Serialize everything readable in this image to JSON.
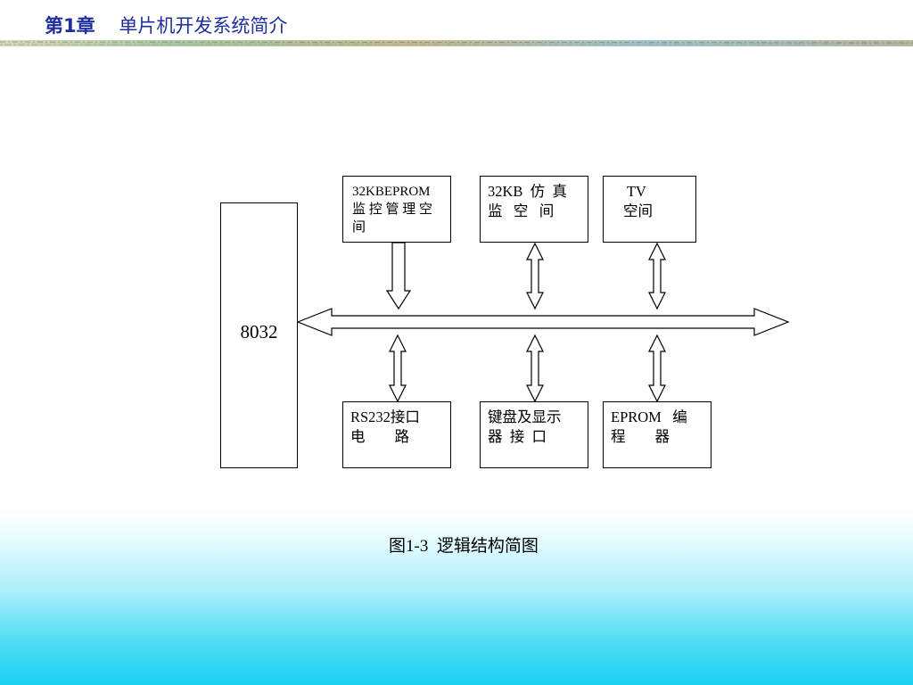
{
  "header": {
    "chapter": "第1章",
    "title": "单片机开发系统简介"
  },
  "diagram": {
    "cpu": "8032",
    "top_boxes": {
      "eprom_monitor": [
        "32KBEPROM",
        "监 控 管 理 空",
        "间"
      ],
      "simulation": [
        "32KB  仿  真",
        "监   空   间"
      ],
      "tv": [
        " TV",
        "空间"
      ]
    },
    "bottom_boxes": {
      "rs232": [
        "RS232接口",
        "电        路"
      ],
      "keyboard": [
        "键盘及显示",
        "器  接  口"
      ],
      "eprom_programmer": [
        "EPROM   编",
        "程        器"
      ]
    }
  },
  "caption": "图1-3  逻辑结构简图",
  "colors": {
    "header_text": "#1f2f9c",
    "background_bottom": "#1ad0f2"
  }
}
